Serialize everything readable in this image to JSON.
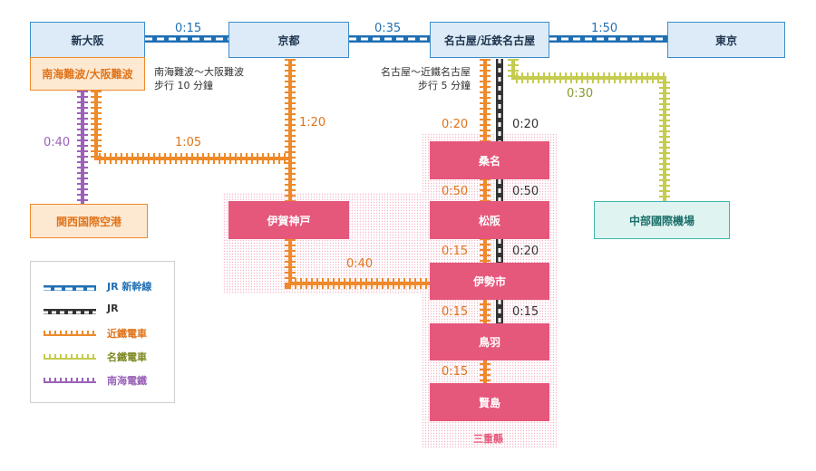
{
  "stations": {
    "shin_osaka": "新大阪",
    "kyoto": "京都",
    "nagoya": "名古屋/近鉄名古屋",
    "tokyo": "東京",
    "namba": "南海難波/大阪難波",
    "kansai_airport": "関西国際空港",
    "iga_kambe": "伊賀神戸",
    "kuwana": "桑名",
    "matsusaka": "松阪",
    "iseshi": "伊勢市",
    "toba": "鳥羽",
    "kashikojima": "賢島",
    "chubu_airport": "中部國際機場"
  },
  "times": {
    "shinosaka_kyoto": "0:15",
    "kyoto_nagoya": "0:35",
    "nagoya_tokyo": "1:50",
    "namba_kansai": "0:40",
    "namba_junction": "1:05",
    "kyoto_junction": "1:20",
    "nagoya_chubu": "0:30",
    "nagoya_kuwana_kintetsu": "0:20",
    "nagoya_kuwana_jr": "0:20",
    "kuwana_matsusaka_kintetsu": "0:50",
    "kuwana_matsusaka_jr": "0:50",
    "matsusaka_iseshi_kintetsu": "0:15",
    "matsusaka_iseshi_jr": "0:20",
    "iga_iseshi": "0:40",
    "iseshi_toba_kintetsu": "0:15",
    "iseshi_toba_jr": "0:15",
    "toba_kashikojima": "0:15"
  },
  "notes": {
    "namba_walk": "南海難波～大阪難波\n步行 10 分鐘",
    "nagoya_walk": "名古屋～近鐵名古屋\n步行 5 分鐘"
  },
  "region": "三重縣",
  "legend": [
    {
      "key": "shinkansen",
      "label": "JR 新幹線",
      "color": "#1f6fb3"
    },
    {
      "key": "jr",
      "label": "JR",
      "color": "#333333"
    },
    {
      "key": "kintetsu",
      "label": "近鐵電車",
      "color": "#ee8a2a"
    },
    {
      "key": "meitetsu",
      "label": "名鐵電車",
      "color": "#c5cc4e"
    },
    {
      "key": "nankai",
      "label": "南海電鐵",
      "color": "#9b62b8"
    }
  ],
  "colors": {
    "station_blue": "#3d8cc9",
    "station_orange": "#ee8a2a",
    "station_pink": "#e5577b",
    "station_teal": "#3fb7ad",
    "time_orange": "#e0741b",
    "time_blue": "#1f6fb3",
    "time_purple": "#9b62b8",
    "time_olive": "#8c9a2a"
  }
}
